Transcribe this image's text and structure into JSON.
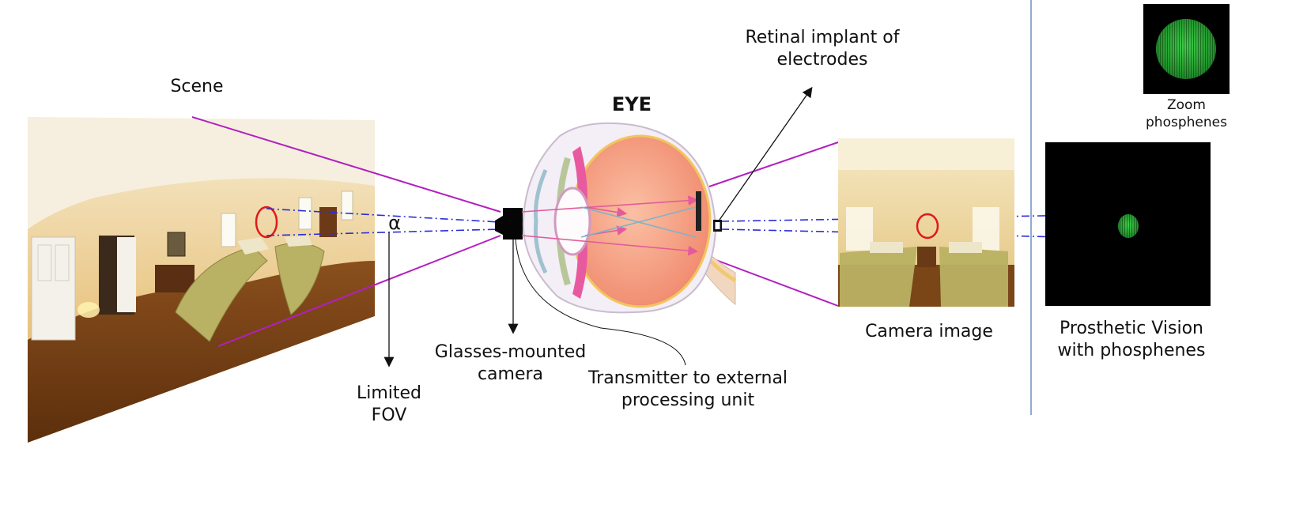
{
  "labels": {
    "scene": "Scene",
    "eye": "EYE",
    "retinal_implant": "Retinal implant of\nelectrodes",
    "zoom_phosphenes": "Zoom\nphosphenes",
    "alpha": "α",
    "limited_fov": "Limited\nFOV",
    "glasses_camera": "Glasses-mounted\ncamera",
    "transmitter": "Transmitter to external\nprocessing unit",
    "camera_image": "Camera image",
    "prosthetic_vision": "Prosthetic Vision\nwith phosphenes"
  },
  "colors": {
    "magenta_line": "#b21fbf",
    "blue_dash": "#2a2fd6",
    "marker_red": "#e01919",
    "divider": "#6f8fc0",
    "phosphene_green": "#2fae3a",
    "sclera": "#f4eef6",
    "vitreous": "#f8a98a",
    "iris_pink": "#e85aa0",
    "lens_blue": "#7fb3c8"
  }
}
